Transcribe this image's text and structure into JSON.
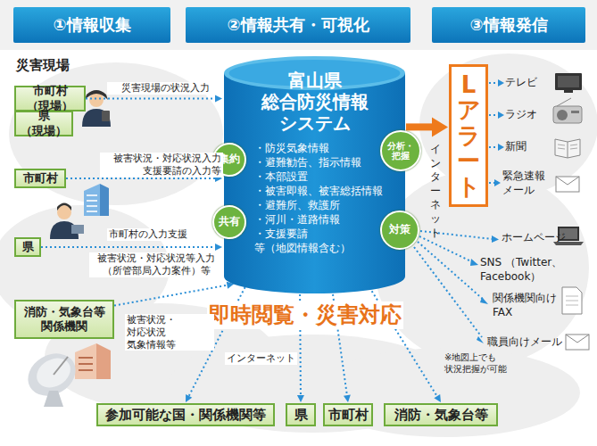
{
  "diagram": {
    "nodes": [
      {
        "text": [
          "①情報収集"
        ]
      },
      {
        "text": [
          "②情報共有・可視化"
        ]
      },
      {
        "text": [
          "③情報発信"
        ]
      },
      {
        "text": [
          "市町村（現場）"
        ]
      },
      {
        "text": [
          "県（現場）"
        ]
      },
      {
        "text": [
          "市町村"
        ]
      },
      {
        "text": [
          "県"
        ]
      },
      {
        "text": [
          "消防・気象台等 関係機関"
        ]
      },
      {
        "text": [
          "富山県 総合防災情報 システム",
          "・防災気象情報",
          "・避難勧告、指示情報",
          "・本部設置",
          "・被害即報、被害総括情報",
          "・避難所、救護所",
          "・河川・道路情報",
          "・支援要請",
          "等（地図情報含む）"
        ]
      },
      {
        "text": [
          "集約"
        ],
        "in": 8
      },
      {
        "text": [
          "共有"
        ],
        "in": 8
      },
      {
        "text": [
          "分析・把握"
        ],
        "in": 8
      },
      {
        "text": [
          "対策"
        ],
        "in": 8
      },
      {
        "text": [
          "Lアラート"
        ]
      },
      {
        "text": [
          "参加可能な国・関係機関等"
        ]
      },
      {
        "text": [
          "県"
        ]
      },
      {
        "text": [
          "市町村"
        ]
      },
      {
        "text": [
          "消防・気象台等"
        ]
      }
    ],
    "edges": [
      {
        "from": 3,
        "to": 8,
        "arrow": "to",
        "label": "災害現場の状況入力"
      },
      {
        "from": 5,
        "to": 8,
        "arrow": "to",
        "label": "被害状況・対応状況入力 支援要請の入力等"
      },
      {
        "from": 6,
        "to": 8,
        "arrow": "to",
        "label": "被害状況・対応状況等入力 （所管部局入力案件）等"
      },
      {
        "from": 7,
        "to": 8,
        "arrow": "to",
        "label": "被害状況・対応状況 気象情報等"
      },
      {
        "from": 8,
        "to": 13,
        "arrow": "to"
      },
      {
        "from": 8,
        "to": 14,
        "arrow": "to"
      },
      {
        "from": 8,
        "to": 15,
        "arrow": "to"
      },
      {
        "from": 8,
        "to": 16,
        "arrow": "to"
      },
      {
        "from": 8,
        "to": 17,
        "arrow": "to"
      }
    ],
    "labels": [
      "災害現場",
      "市町村の入力支援",
      "インターネット",
      "テレビ",
      "ラジオ",
      "新聞",
      "緊急速報 メール",
      "ホームページ",
      "SNS （Twitter、Facebook）",
      "関係機関向け FAX",
      "職員向けメール",
      "即時閲覧・災害対応",
      "インターネット",
      "※地図上でも 状況把握が可能"
    ]
  }
}
